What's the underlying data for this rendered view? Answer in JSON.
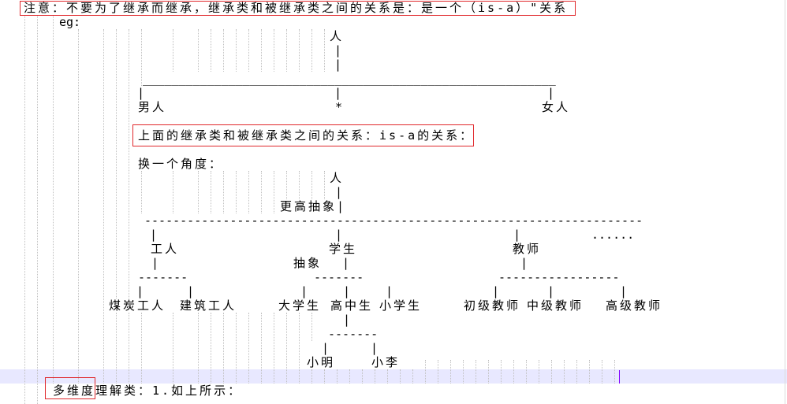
{
  "colors": {
    "annotation_box": "#e0282c",
    "current_line": "#e8e8ff",
    "caret": "#8000ff",
    "indent_guide": "#c0c0c0"
  },
  "note": "注意：不要为了继承而继承，继承类和被继承类之间的关系是：是一个（is-a）\"关系",
  "example_label": "eg:",
  "pipe": "|",
  "tree1": {
    "root": "人",
    "bar": "__________________________________________________________",
    "children": [
      "男人",
      "*",
      "女人"
    ]
  },
  "tree1_summary": "上面的继承类和被继承类之间的关系：is-a的关系：",
  "tree2": {
    "heading": "换一个角度：",
    "root": "人",
    "higher_abstraction": "更高抽象|",
    "bar": "----------------------------------------------------------------------",
    "ellipsis": "......",
    "categories": [
      "工人",
      "学生",
      "教师"
    ],
    "abstraction": "抽象",
    "short_bar": "-------",
    "wide_bar": "-----------------",
    "workers": [
      "煤炭工人",
      "建筑工人"
    ],
    "students": [
      "大学生",
      "高中生",
      "小学生"
    ],
    "teachers": [
      "初级教师",
      "中级教师",
      "高级教师"
    ],
    "high_school_students": [
      "小明",
      "小李"
    ]
  },
  "footer_line": "多维度理解类：1.如上所示："
}
